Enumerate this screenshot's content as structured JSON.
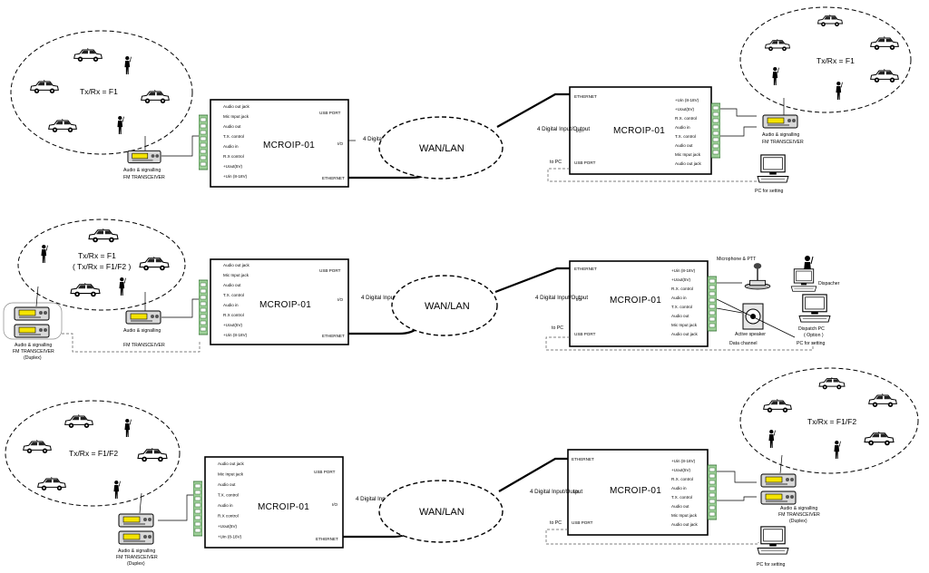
{
  "unit": {
    "name": "MCROIP-01",
    "left_labels": [
      "Audio out jack",
      "Mic Input jack",
      "Audio out",
      "T.X. control",
      "Audio in",
      "R.X control",
      "+Uout(5V)",
      "+Uin (8-18V)"
    ],
    "right_labels": [
      "+Uin (8-18V)",
      "+Uout(5V)",
      "R.X. control",
      "Audio in",
      "T.X. control",
      "Audio out",
      "Mic Input jack",
      "Audio out jack"
    ],
    "usb_port": "USB PORT",
    "io": "I/O",
    "ethernet": "ETHERNET"
  },
  "digital_io": "4 Digital Input/Output",
  "wan": "WAN/LAN",
  "to_pc": "to PC",
  "row1": {
    "left_freq": "Tx/Rx = F1",
    "left_caption1": "Audio & signalling",
    "left_caption2": "FM TRANSCEIVER",
    "right_freq": "Tx/Rx = F1",
    "right_caption1": "Audio & signalling",
    "right_caption2": "FM TRANSCEIVER",
    "pc": "PC for setting"
  },
  "row2": {
    "left_freq1": "Tx/Rx = F1",
    "left_freq2": "( Tx/Rx = F1/F2 )",
    "duplex_caption1": "Audio & signalling",
    "duplex_caption2": "FM TRANSCEIVER",
    "duplex_caption3": "(Duplex)",
    "left_caption1": "Audio & signalling",
    "left_caption2": "FM TRANSCEIVER",
    "mic": "Microphone & PTT",
    "dispatcher": "Dispacher",
    "speaker": "Active speaker",
    "data_channel": "Data channel",
    "dispatch_pc1": "Dispatch PC",
    "dispatch_pc2": "( Option )",
    "pc": "PC for setting"
  },
  "row3": {
    "left_freq": "Tx/Rx = F1/F2",
    "left_caption1": "Audio & signalling",
    "left_caption2": "FM TRANSCEIVER",
    "left_caption3": "(Duplex)",
    "right_freq": "Tx/Rx = F1/F2",
    "right_caption1": "Audio & signalling",
    "right_caption2": "FM TRANSCEIVER",
    "right_caption3": "(Duplex)",
    "pc": "PC for setting"
  },
  "icons": [
    "car-icon",
    "person-icon",
    "radio-transceiver-icon",
    "computer-icon",
    "microphone-icon",
    "speaker-icon"
  ]
}
